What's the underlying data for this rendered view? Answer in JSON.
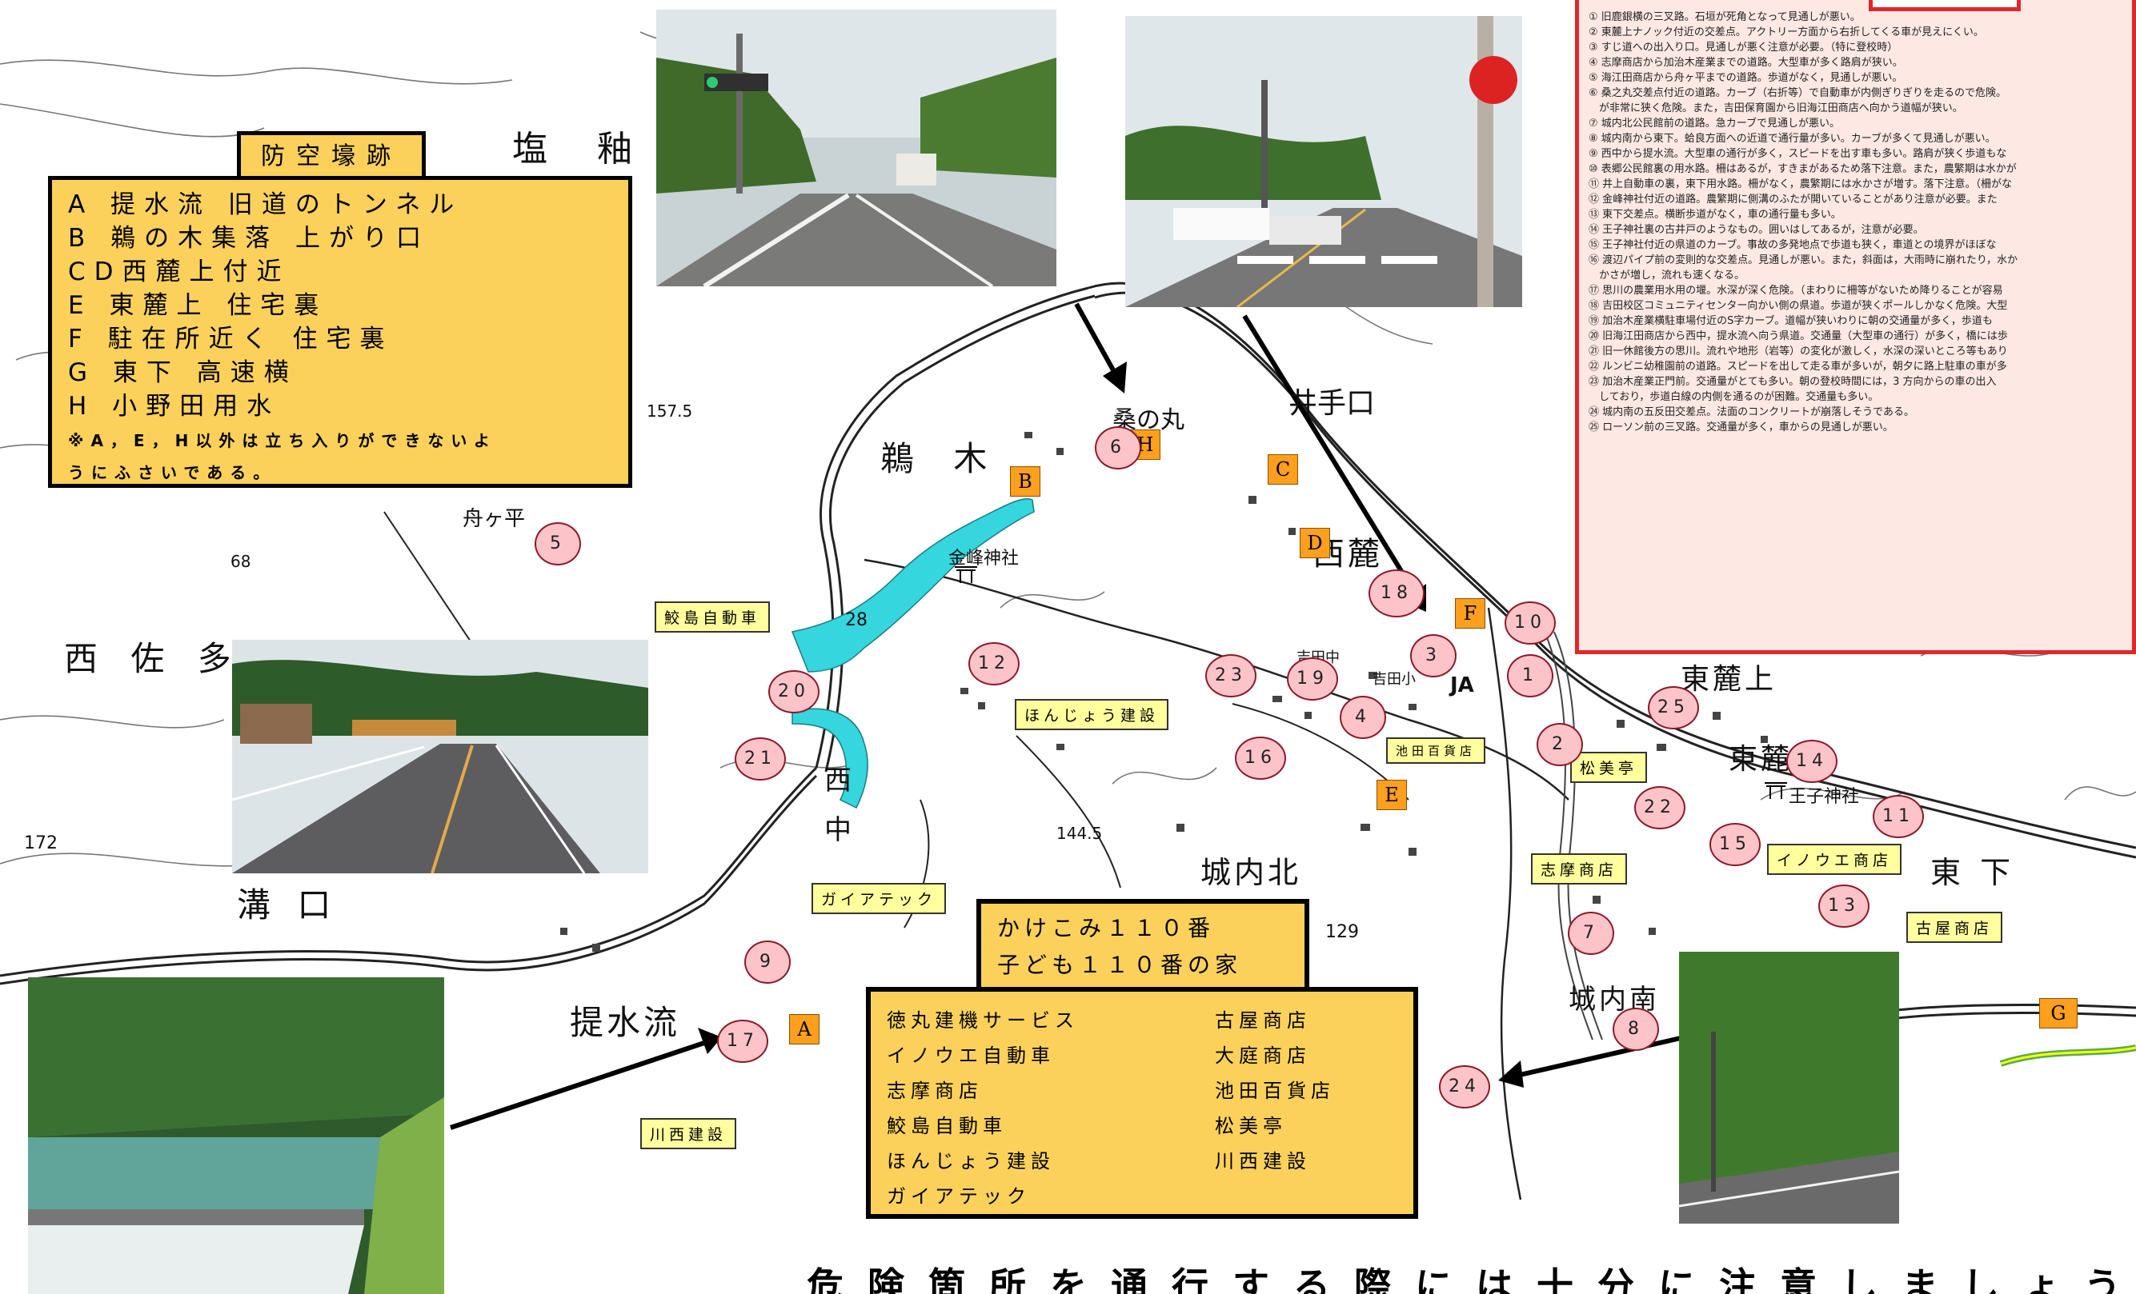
{
  "legend": {
    "title": "防空壕跡",
    "items": [
      "A 提水流 旧道のトンネル",
      "B 鵜の木集落 上がり口",
      "CD西麓上付近",
      "E 東麓上 住宅裏",
      "F 駐在所近く 住宅裏",
      "G 東下 高速横",
      "H 小野田用水"
    ],
    "note_line1": "※A，E，H以外は立ち入りができないよ",
    "note_line2": "うにふさいである。"
  },
  "danger_list": [
    "① 旧鹿銀横の三叉路。石垣が死角となって見通しが悪い。",
    "② 東麓上ナノック付近の交差点。アクトリー方面から右折してくる車が見えにくい。",
    "③ すじ道への出入り口。見通しが悪く注意が必要。（特に登校時）",
    "④ 志摩商店から加治木産業までの道路。大型車が多く路肩が狭い。",
    "⑤ 海江田商店から舟ヶ平までの道路。歩道がなく，見通しが悪い。",
    "⑥ 桑之丸交差点付近の道路。カーブ（右折等）で自動車が内側ぎりぎりを走るので危険。",
    "　が非常に狭く危険。また，吉田保育園から旧海江田商店へ向かう道幅が狭い。",
    "⑦ 城内北公民館前の道路。急カーブで見通しが悪い。",
    "⑧ 城内南から東下。蛤良方面への近道で通行量が多い。カーブが多くて見通しが悪い。",
    "⑨ 西中から提水流。大型車の通行が多く，スピードを出す車も多い。路肩が狭く歩道もな",
    "⑩ 表郷公民館裏の用水路。柵はあるが，すきまがあるため落下注意。また，農繁期は水かが",
    "⑪ 井上自動車の裏，東下用水路。柵がなく，農繁期には水かさが増す。落下注意。（柵がな",
    "⑫ 金峰神社付近の道路。農繁期に側溝のふたが開いていることがあり注意が必要。また",
    "⑬ 東下交差点。横断歩道がなく，車の通行量も多い。",
    "⑭ 王子神社裏の古井戸のようなもの。囲いはしてあるが，注意が必要。",
    "⑮ 王子神社付近の県道のカーブ。事故の多発地点で歩道も狭く，車道との境界がほぼな",
    "⑯ 渡辺パイプ前の変則的な交差点。見通しが悪い。また，斜面は，大雨時に崩れたり，水か",
    "　かさが増し，流れも速くなる。",
    "⑰ 思川の農業用水用の堰。水深が深く危険。（まわりに柵等がないため降りることが容易",
    "⑱ 吉田校区コミュニティセンター向かい側の県道。歩道が狭くポールしかなく危険。大型",
    "⑲ 加治木産業横駐車場付近のS字カーブ。道幅が狭いわりに朝の交通量が多く，歩道も",
    "⑳ 旧海江田商店から西中，提水流へ向う県道。交通量（大型車の通行）が多く，橋には歩",
    "㉑ 旧一休館後方の思川。流れや地形（岩等）の変化が激しく，水深の深いところ等もあり",
    "㉒ ルンビニ幼稚園前の道路。スピードを出して走る車が多いが，朝夕に路上駐車の車が多",
    "㉓ 加治木産業正門前。交通量がとても多い。朝の登校時間には，3 方向からの車の出入",
    "　しており，歩道白線の内側を通るのが困難。交通量も多い。",
    "㉔ 城内南の五反田交差点。法面のコンクリートが崩落しそうである。",
    "㉕ ローソン前の三叉路。交通量が多く，車からの見通しが悪い。"
  ],
  "shops_title": [
    "かけこみ１１０番",
    "子ども１１０番の家"
  ],
  "shops_left": [
    "徳丸建機サービス",
    "イノウエ自動車",
    "志摩商店",
    "鮫島自動車",
    "ほんじょう建設",
    "ガイアテック"
  ],
  "shops_right": [
    "古屋商店",
    "大庭商店",
    "池田百貨店",
    "松美亭",
    "川西建設"
  ],
  "map_labels": {
    "saruke": "鮫島自動車",
    "honjo": "ほんじょう建設",
    "gaia": "ガイアテック",
    "ikeda": "池田百貨店",
    "matsumi": "松美亭",
    "shima": "志摩商店",
    "inoue": "イノウエ商店",
    "furuya": "古屋商店",
    "kawanishi": "川西建設"
  },
  "place_names": {
    "shiotsuru": "塩 釉",
    "unoki": "鵜 木",
    "funagahira": "舟ヶ平",
    "nishisata": "西 佐 多",
    "kinposhrine": "金峰神社",
    "nishinaka1": "西",
    "nishinaka2": "中",
    "mizoguchi": "溝 口",
    "teisuiru": "提水流",
    "kuwanomaru": "桑の丸",
    "idenokuchi": "井手口",
    "nishiroku": "西麓",
    "higashirokuue": "東麓上",
    "higashiroku": "東麓",
    "ojishrine": "王子神社",
    "higashishita": "東 下",
    "jonaikita": "城内北",
    "jonaiminami": "城内南",
    "yoshidaes": "吉田中",
    "yoshida2": "吉田小",
    "ja": "JA"
  },
  "elevations": {
    "e1": "157.5",
    "e2": "68",
    "e3": "28",
    "e4": "172",
    "e5": "144.5",
    "e6": "129"
  },
  "hazard_markers": [
    {
      "n": "1"
    },
    {
      "n": "2"
    },
    {
      "n": "3"
    },
    {
      "n": "4"
    },
    {
      "n": "5"
    },
    {
      "n": "6"
    },
    {
      "n": "7"
    },
    {
      "n": "8"
    },
    {
      "n": "9"
    },
    {
      "n": "10"
    },
    {
      "n": "11"
    },
    {
      "n": "12"
    },
    {
      "n": "13"
    },
    {
      "n": "14"
    },
    {
      "n": "15"
    },
    {
      "n": "16"
    },
    {
      "n": "17"
    },
    {
      "n": "18"
    },
    {
      "n": "19"
    },
    {
      "n": "20"
    },
    {
      "n": "21"
    },
    {
      "n": "22"
    },
    {
      "n": "23"
    },
    {
      "n": "24"
    },
    {
      "n": "25"
    }
  ],
  "shelter_markers": [
    "A",
    "B",
    "C",
    "D",
    "E",
    "F",
    "G",
    "H"
  ],
  "warning": "危険箇所を通行する際には十分に注意しましょう。",
  "colors": {
    "legend_bg": "#fcd15b",
    "hazard_fill": "#fcc4c9",
    "shelter_fill": "#ff9f1e",
    "danger_border": "#e0272a",
    "river": "#35d6de"
  }
}
